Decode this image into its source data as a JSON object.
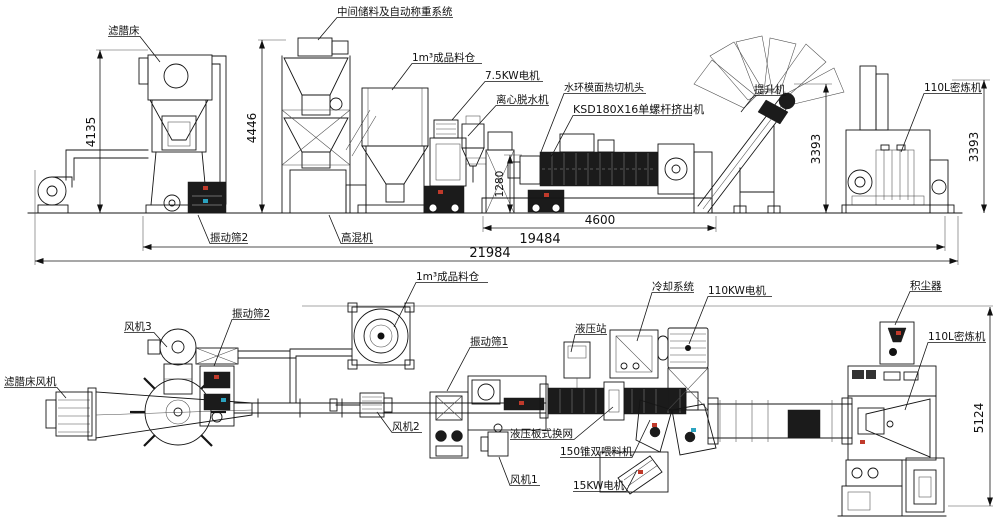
{
  "drawing_type": "机械生产线总装布置图 (两视图: 侧视/俯视)",
  "colors": {
    "line": "#151515",
    "accent_red": "#c03a2b",
    "accent_teal": "#2ba3c0",
    "paper": "#ffffff"
  },
  "elev": {
    "labels": {
      "wax_bed": "滤腊床",
      "storage_system": "中间储料及自动称重系统",
      "product_silo": "1m³成品料仓",
      "motor_7_5kw": "7.5KW电机",
      "dewater": "离心脱水机",
      "water_ring_head": "水环模面热切机头",
      "extruder": "KSD180X16单螺杆挤出机",
      "elevator": "提升机",
      "mixer": "110L密炼机",
      "screen2": "振动筛2",
      "high_mixer": "高混机"
    },
    "dims": {
      "d4135": "4135",
      "d4446": "4446",
      "d1280": "1280",
      "d3393a": "3393",
      "d3393b": "3393",
      "d4600": "4600",
      "d19484": "19484",
      "d21984": "21984"
    }
  },
  "plan": {
    "labels": {
      "waxbed_fan": "滤腊床风机",
      "fan3": "风机3",
      "screen2": "振动筛2",
      "silo": "1m³成品料仓",
      "screen1": "振动筛1",
      "hyd_station": "液压站",
      "cooling": "冷却系统",
      "motor110": "110KW电机",
      "dust": "积尘器",
      "mixer": "110L密炼机",
      "fan2": "风机2",
      "screen_changer": "液压板式换网",
      "feeder150": "150锥双喂料机",
      "motor15": "15KW电机",
      "fan1": "风机1"
    },
    "dims": {
      "d5124": "5124"
    }
  }
}
